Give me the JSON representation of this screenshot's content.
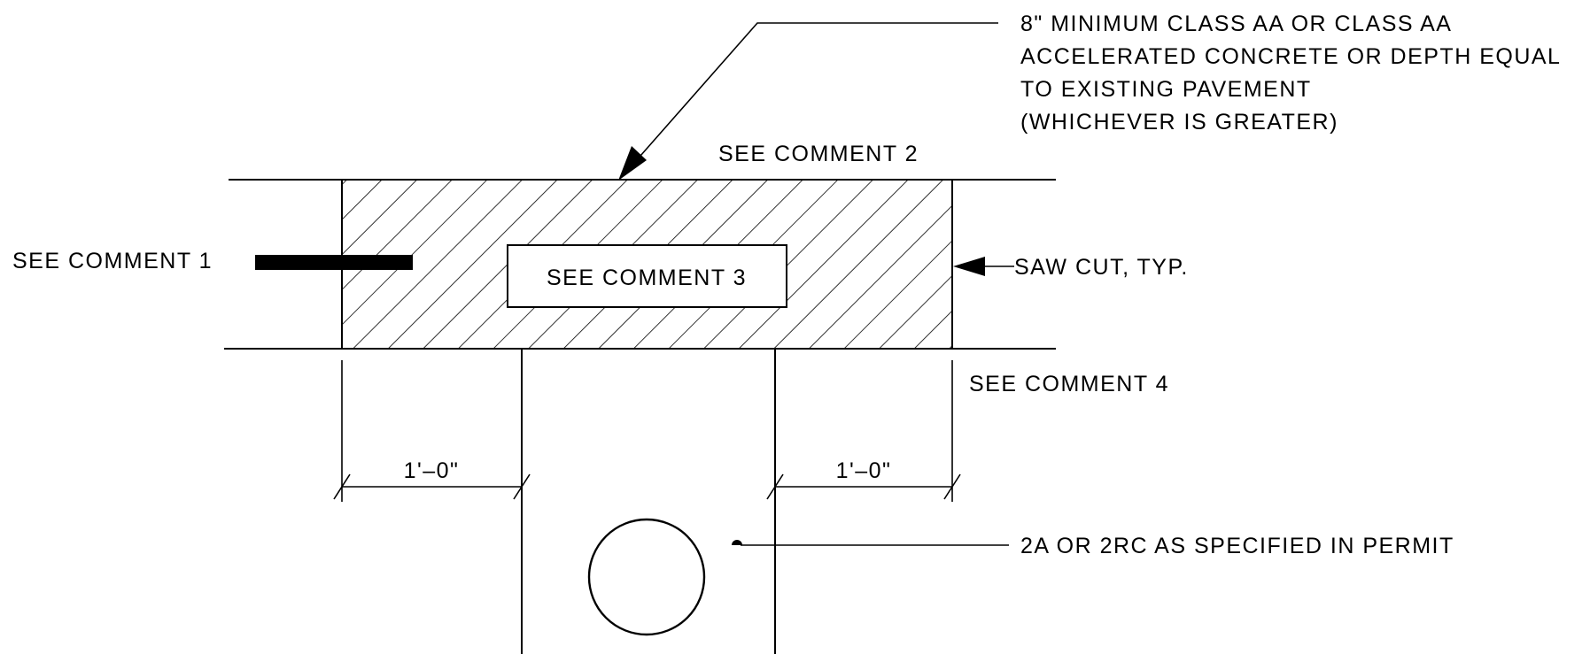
{
  "notes": {
    "concrete_lines": [
      "8\" MINIMUM CLASS AA OR CLASS AA",
      "ACCELERATED CONCRETE OR DEPTH EQUAL",
      "TO EXISTING PAVEMENT",
      "(WHICHEVER IS GREATER)"
    ],
    "comment_2": "SEE COMMENT 2",
    "comment_1": "SEE COMMENT 1",
    "comment_3": "SEE COMMENT 3",
    "saw_cut": "SAW CUT, TYP.",
    "comment_4": "SEE COMMENT 4",
    "backfill": "2A OR 2RC AS SPECIFIED IN PERMIT"
  },
  "dimensions": {
    "left": "1'–0\"",
    "right": "1'–0\""
  },
  "colors": {
    "ink": "#000000",
    "paper": "#ffffff"
  }
}
